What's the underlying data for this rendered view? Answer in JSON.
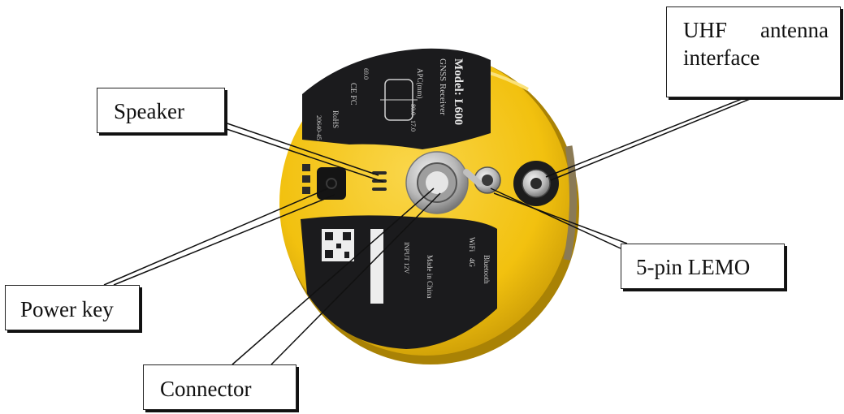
{
  "callouts": {
    "uhf": {
      "line1": "UHF antenna",
      "line2": "interface"
    },
    "speaker": "Speaker",
    "lemo": "5-pin LEMO",
    "power_key": "Power key",
    "connector": "Connector"
  },
  "device": {
    "label_model": "Model: L600",
    "label_type": "GNSS Receiver",
    "label_apc": "APC(mm)",
    "label_dim_width": "69.0",
    "label_dim_a": "80.0",
    "label_dim_b": "17.0",
    "label_cert": "CE FC",
    "label_rohs": "RoHS",
    "label_version": "20640-45",
    "label_bluetooth": "Bluetooth",
    "label_wifi": "WiFi",
    "label_4g": "4G",
    "label_made": "Made in China",
    "label_input": "INPUT 12V",
    "colors": {
      "body": "#f2c10f",
      "edge": "#c99a06",
      "panel": "#1b1b1d",
      "metal": "#b8b8b8"
    }
  }
}
